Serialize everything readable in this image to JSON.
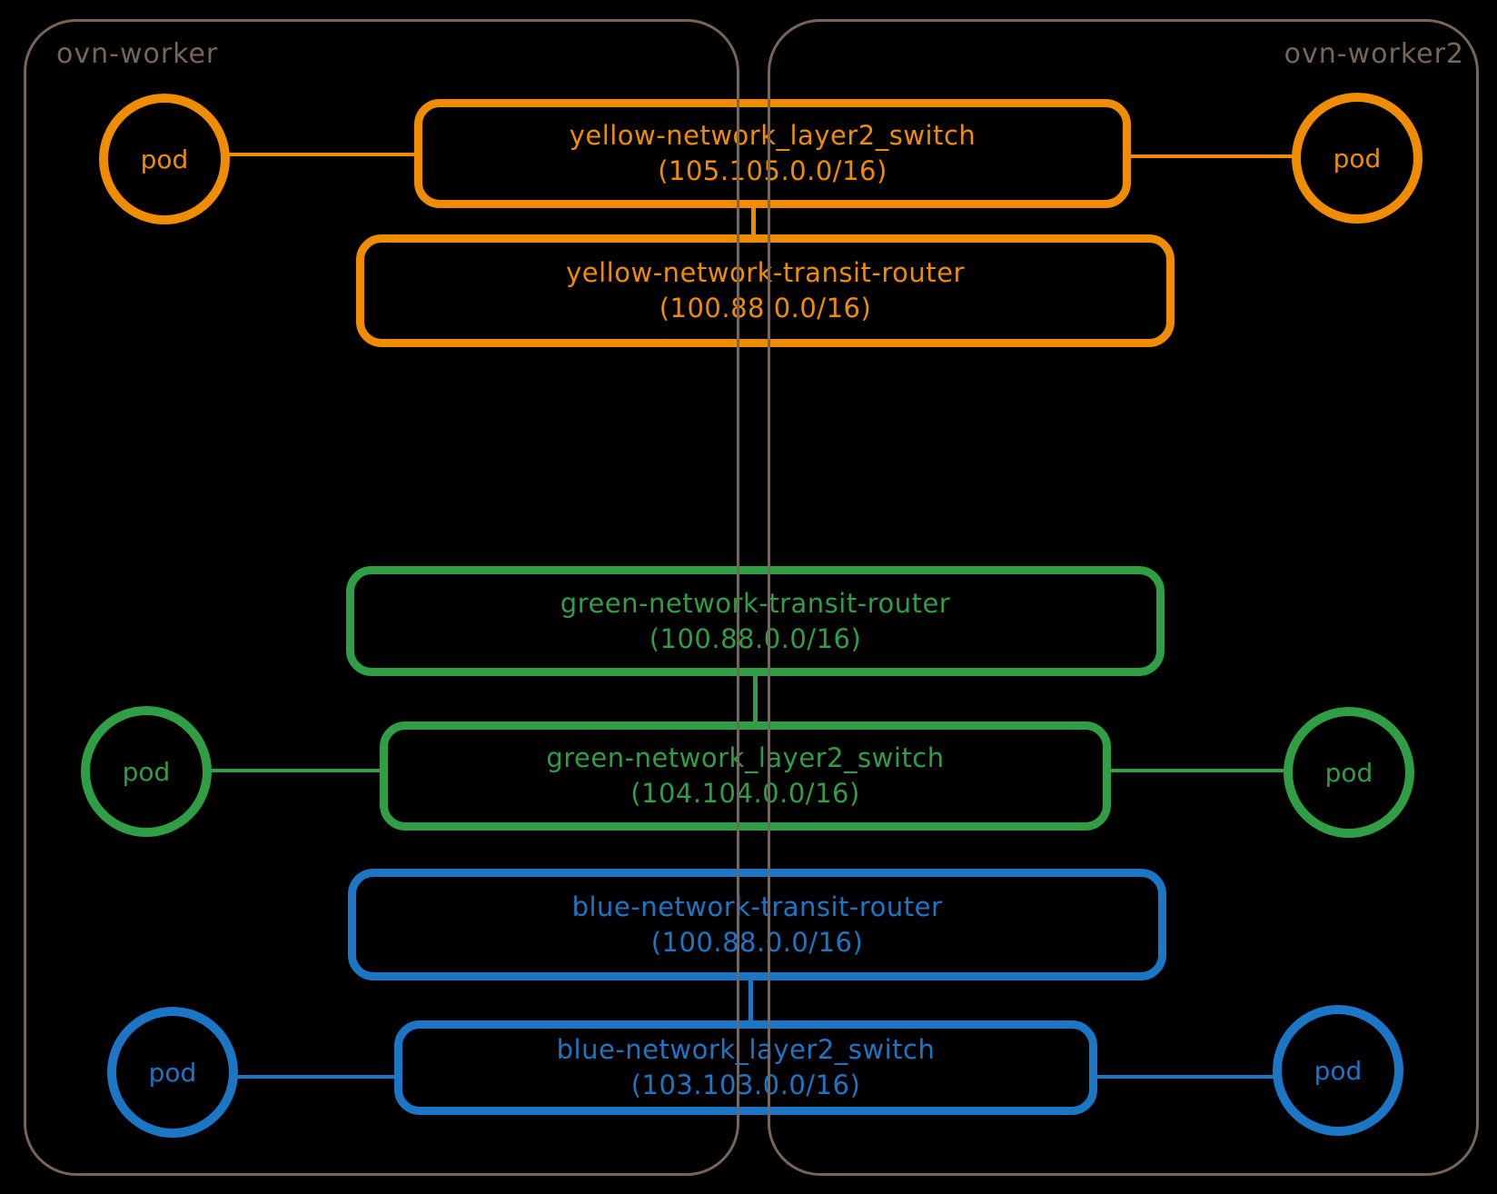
{
  "colors": {
    "orange": "#f08c00",
    "green": "#2f9e44",
    "blue": "#1b76c5",
    "frame": "#7a6458"
  },
  "hosts": {
    "worker1": {
      "label": "ovn-worker"
    },
    "worker2": {
      "label": "ovn-worker2"
    }
  },
  "networks": {
    "yellow": {
      "switch_name": "yellow-network_layer2_switch",
      "switch_cidr": "(105.105.0.0/16)",
      "router_name": "yellow-network-transit-router",
      "router_cidr": "(100.88.0.0/16)",
      "pod_label": "pod"
    },
    "green": {
      "router_name": "green-network-transit-router",
      "router_cidr": "(100.88.0.0/16)",
      "switch_name": "green-network_layer2_switch",
      "switch_cidr": "(104.104.0.0/16)",
      "pod_label": "pod"
    },
    "blue": {
      "router_name": "blue-network-transit-router",
      "router_cidr": "(100.88.0.0/16)",
      "switch_name": "blue-network_layer2_switch",
      "switch_cidr": "(103.103.0.0/16)",
      "pod_label": "pod"
    }
  }
}
